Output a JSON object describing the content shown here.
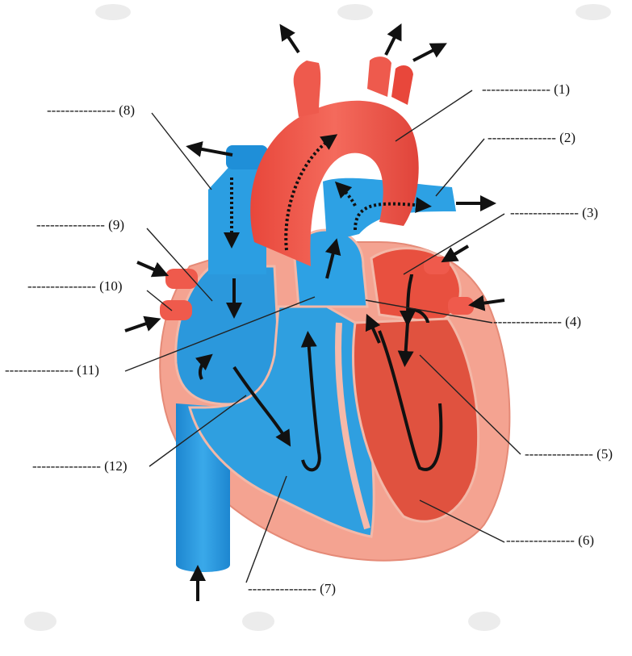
{
  "labels": [
    {
      "id": "1",
      "dashes": "---------------",
      "num": "(1)"
    },
    {
      "id": "2",
      "dashes": "---------------",
      "num": "(2)"
    },
    {
      "id": "3",
      "dashes": "---------------",
      "num": "(3)"
    },
    {
      "id": "4",
      "dashes": "---------------",
      "num": "(4)"
    },
    {
      "id": "5",
      "dashes": "---------------",
      "num": "(5)"
    },
    {
      "id": "6",
      "dashes": "---------------",
      "num": "(6)"
    },
    {
      "id": "7",
      "dashes": "---------------",
      "num": "(7)"
    },
    {
      "id": "8",
      "dashes": "---------------",
      "num": "(8)"
    },
    {
      "id": "9",
      "dashes": "---------------",
      "num": "(9)"
    },
    {
      "id": "10",
      "dashes": "---------------",
      "num": "(10)"
    },
    {
      "id": "11",
      "dashes": "---------------",
      "num": "(11)"
    },
    {
      "id": "12",
      "dashes": "---------------",
      "num": "(12)"
    }
  ],
  "colors": {
    "oxygenated": "#ef5a4c",
    "deoxygenated": "#2f9fe0",
    "muscle": "#f4a391",
    "arrow": "#111111",
    "watermark": "#e6e6e6"
  }
}
